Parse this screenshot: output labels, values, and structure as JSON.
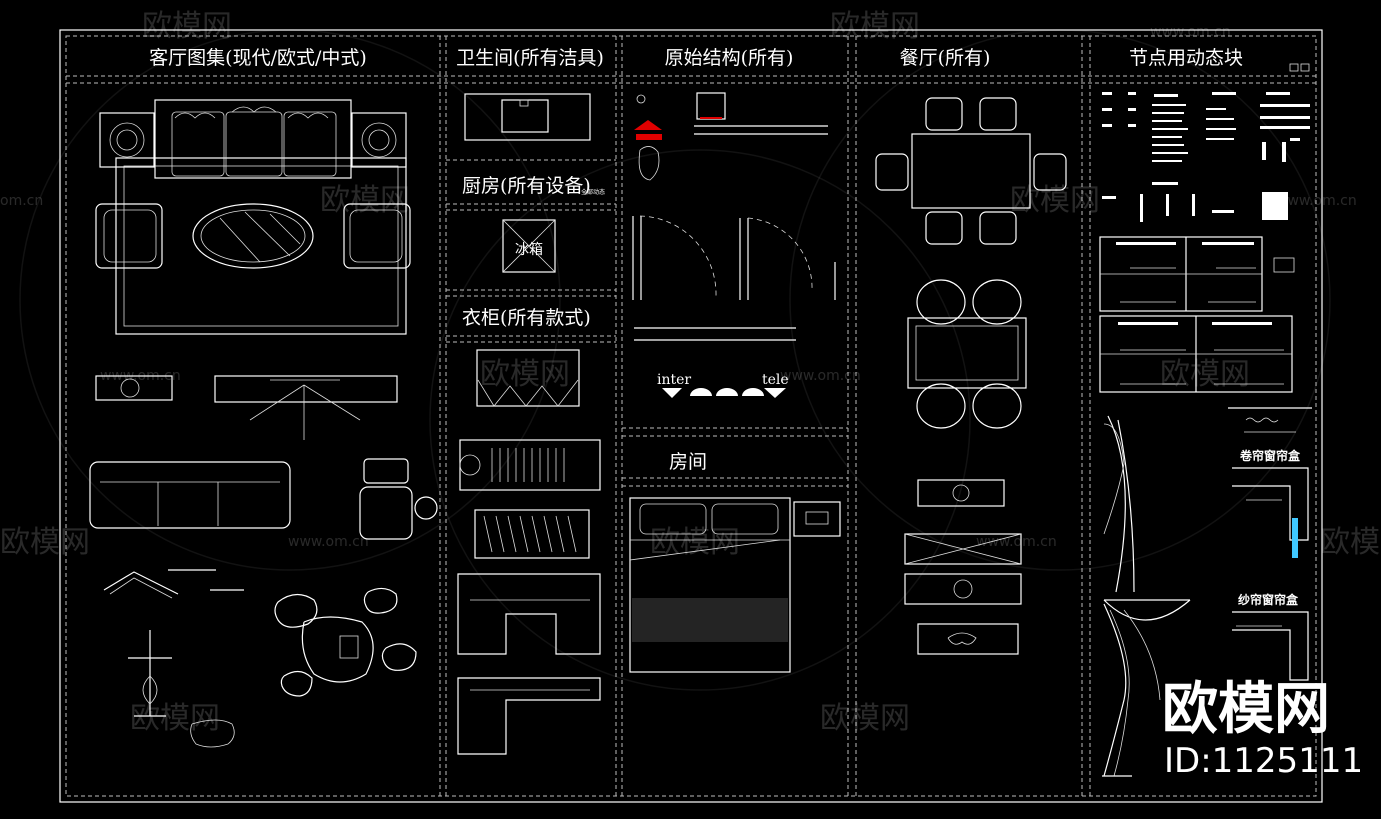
{
  "sections": [
    {
      "title": "客厅图集(现代/欧式/中式)"
    },
    {
      "title": "卫生间(所有洁具)"
    },
    {
      "title": "原始结构(所有)"
    },
    {
      "title": "餐厅(所有)"
    },
    {
      "title": "节点用动态块"
    }
  ],
  "subsections": {
    "kitchen": "厨房(所有设备)",
    "kitchen_note": "全部动态",
    "fridge": "冰箱",
    "wardrobe": "衣柜(所有款式)",
    "room": "房间"
  },
  "structure_labels": {
    "inter": "inter",
    "tele": "tele"
  },
  "node_labels": {
    "roller_blind": "卷帘窗帘盒",
    "gauze_curtain": "纱帘窗帘盒"
  },
  "watermark": {
    "brand": "欧模网",
    "site": "www.om.cn",
    "site_short": "om.cn",
    "id": "ID:1125111"
  }
}
